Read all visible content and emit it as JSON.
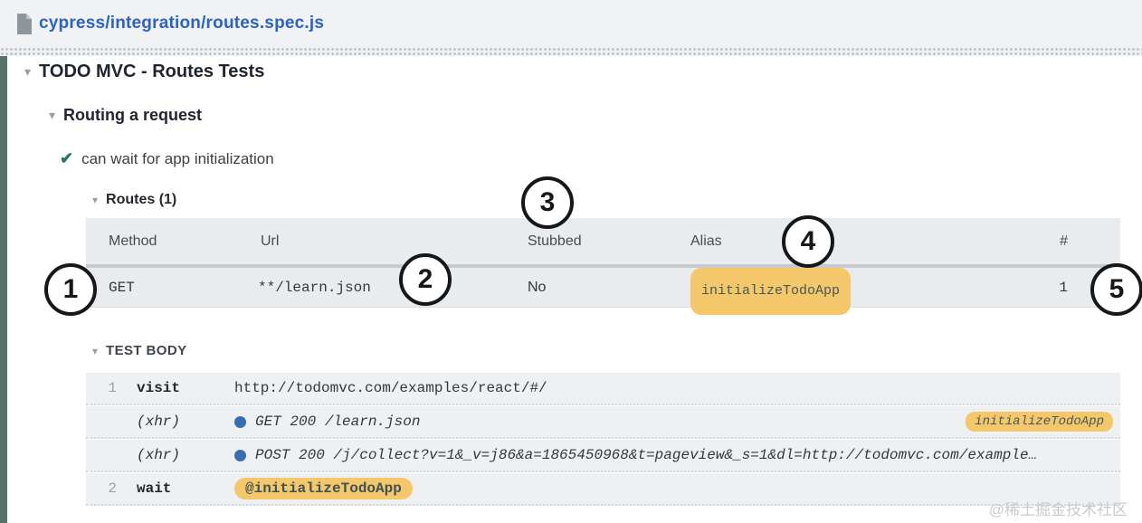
{
  "header": {
    "spec_path": "cypress/integration/routes.spec.js"
  },
  "tree": {
    "suite_outer": "TODO MVC - Routes Tests",
    "suite_inner": "Routing a request",
    "test_title": "can wait for app initialization"
  },
  "routes": {
    "title": "Routes (1)",
    "columns": [
      "Method",
      "Url",
      "Stubbed",
      "Alias",
      "#"
    ],
    "row": {
      "method": "GET",
      "url": "**/learn.json",
      "stubbed": "No",
      "alias": "initializeTodoApp",
      "count": "1"
    }
  },
  "annotations": [
    "1",
    "2",
    "3",
    "4",
    "5"
  ],
  "test_body": {
    "title": "TEST BODY",
    "commands": [
      {
        "number": "1",
        "method": "visit",
        "message": "http://todomvc.com/examples/react/#/",
        "is_event": false,
        "has_dot": false,
        "right_badge": "",
        "message_is_badge": false
      },
      {
        "number": "",
        "method": "(xhr)",
        "message": "GET 200 /learn.json",
        "is_event": true,
        "has_dot": true,
        "right_badge": "initializeTodoApp",
        "message_is_badge": false
      },
      {
        "number": "",
        "method": "(xhr)",
        "message": "POST 200 /j/collect?v=1&_v=j86&a=1865450968&t=pageview&_s=1&dl=http://todomvc.com/example…",
        "is_event": true,
        "has_dot": true,
        "right_badge": "",
        "message_is_badge": false
      },
      {
        "number": "2",
        "method": "wait",
        "message": "@initializeTodoApp",
        "is_event": false,
        "has_dot": false,
        "right_badge": "",
        "message_is_badge": true
      }
    ]
  },
  "watermark": "@稀土掘金技术社区",
  "colors": {
    "link_blue": "#2b61c8",
    "pass_green": "#27795b",
    "runnable_bar_green": "#567568",
    "alias_badge_yellow": "#f4c76a",
    "xhr_dot_blue": "#3a6cb4",
    "annotation_black": "#15181a"
  }
}
